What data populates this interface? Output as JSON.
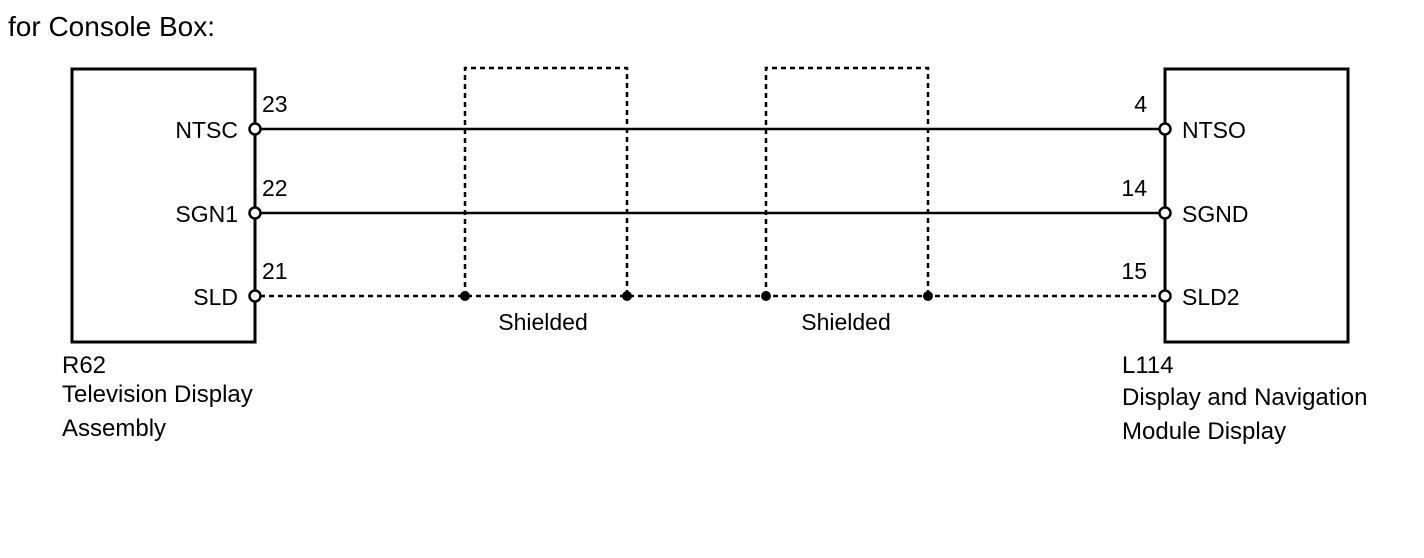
{
  "heading": "for Console Box:",
  "left_component": {
    "code": "R62",
    "name_line1": "Television Display",
    "name_line2": "Assembly"
  },
  "right_component": {
    "code": "L114",
    "name_line1": "Display and Navigation",
    "name_line2": "Module Display"
  },
  "connections": [
    {
      "left_pin": "23",
      "left_label": "NTSC",
      "right_pin": "4",
      "right_label": "NTSO"
    },
    {
      "left_pin": "22",
      "left_label": "SGN1",
      "right_pin": "14",
      "right_label": "SGND"
    },
    {
      "left_pin": "21",
      "left_label": "SLD",
      "right_pin": "15",
      "right_label": "SLD2"
    }
  ],
  "shields": [
    {
      "label": "Shielded"
    },
    {
      "label": "Shielded"
    }
  ]
}
